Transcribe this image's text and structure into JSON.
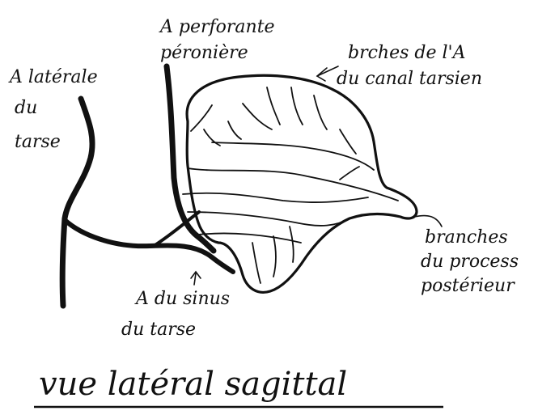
{
  "labels": {
    "lateral_artery_line1": "A latérale",
    "lateral_artery_line2": "du",
    "lateral_artery_line3": "tarse",
    "perforating_artery_line1": "A perforante",
    "perforating_artery_line2": "péronière",
    "tarsal_canal_line1": "brches de l'A",
    "tarsal_canal_line2": "du canal tarsien",
    "posterior_process_line1": "branches",
    "posterior_process_line2": "du process",
    "posterior_process_line3": "postérieur",
    "sinus_artery_line1": "A du sinus",
    "sinus_artery_line2": "du tarse"
  },
  "caption": "vue latéral sagittal",
  "colors": {
    "ink": "#111111",
    "background": "#ffffff"
  }
}
